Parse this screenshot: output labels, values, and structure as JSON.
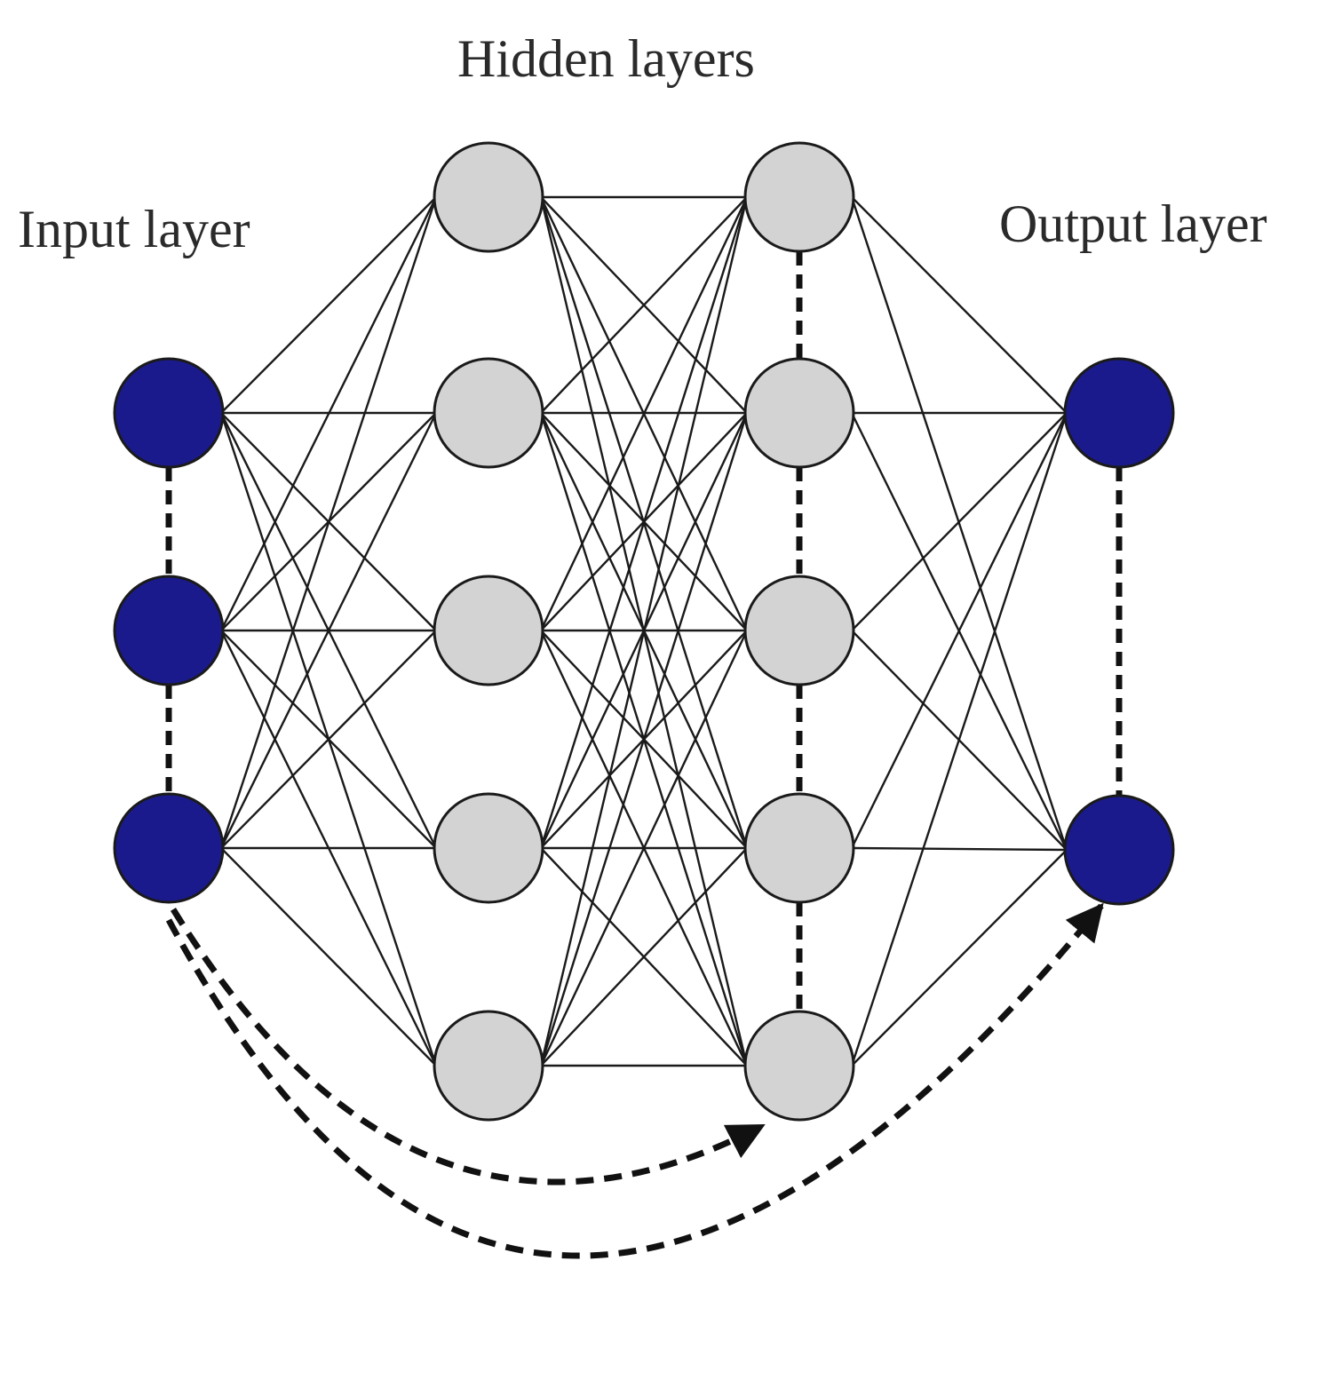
{
  "labels": {
    "hidden": "Hidden layers",
    "input": "Input layer",
    "output": "Output layer"
  },
  "layers": [
    {
      "role": "input",
      "nodes": 3
    },
    {
      "role": "hidden",
      "nodes": 5
    },
    {
      "role": "hidden",
      "nodes": 5
    },
    {
      "role": "output",
      "nodes": 2
    }
  ],
  "colors": {
    "io_node": "#1a1a8c",
    "hidden_node": "#d3d3d3",
    "stroke": "#1a1a1a"
  }
}
